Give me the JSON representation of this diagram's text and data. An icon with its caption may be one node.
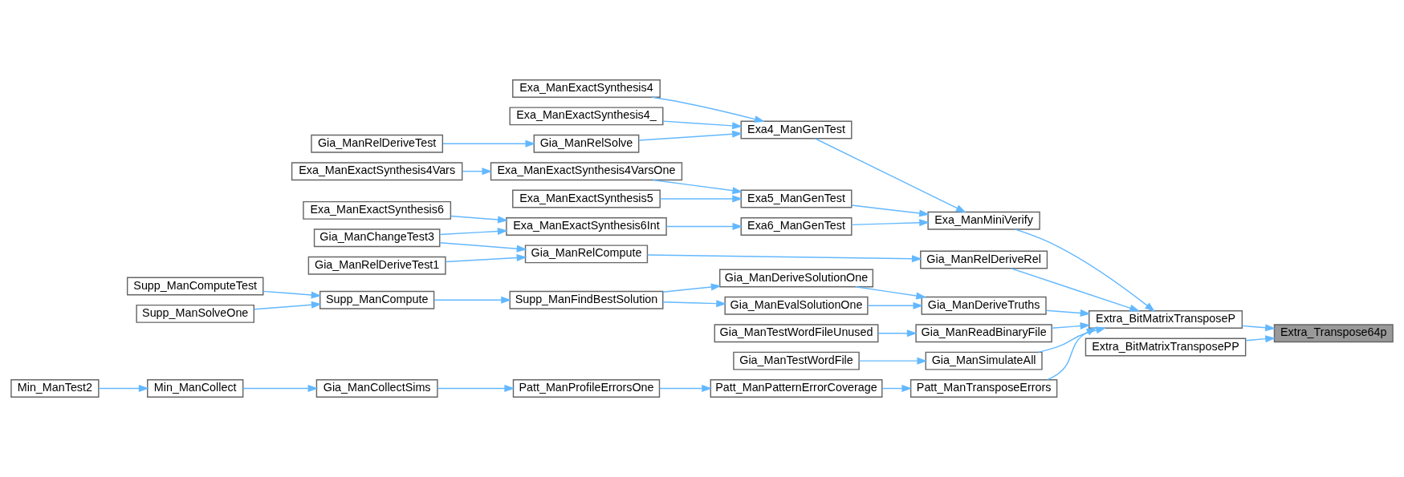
{
  "diagram": {
    "nodes": [
      {
        "text": [
          "Exa_ManExactSynthesis4"
        ]
      },
      {
        "text": [
          "Exa_ManExactSynthesis4_"
        ]
      },
      {
        "text": [
          "Gia_ManRelDeriveTest"
        ]
      },
      {
        "text": [
          "Gia_ManRelSolve"
        ]
      },
      {
        "text": [
          "Exa4_ManGenTest"
        ]
      },
      {
        "text": [
          "Exa_ManExactSynthesis4Vars"
        ]
      },
      {
        "text": [
          "Exa_ManExactSynthesis4VarsOne"
        ]
      },
      {
        "text": [
          "Exa_ManExactSynthesis5"
        ]
      },
      {
        "text": [
          "Exa5_ManGenTest"
        ]
      },
      {
        "text": [
          "Exa_ManExactSynthesis6"
        ]
      },
      {
        "text": [
          "Exa_ManExactSynthesis6Int"
        ]
      },
      {
        "text": [
          "Exa6_ManGenTest"
        ]
      },
      {
        "text": [
          "Exa_ManMiniVerify"
        ]
      },
      {
        "text": [
          "Gia_ManChangeTest3"
        ]
      },
      {
        "text": [
          "Gia_ManRelCompute"
        ]
      },
      {
        "text": [
          "Gia_ManRelDeriveRel"
        ]
      },
      {
        "text": [
          "Gia_ManRelDeriveTest1"
        ]
      },
      {
        "text": [
          "Gia_ManDeriveSolutionOne"
        ]
      },
      {
        "text": [
          "Supp_ManComputeTest"
        ]
      },
      {
        "text": [
          "Supp_ManCompute"
        ]
      },
      {
        "text": [
          "Supp_ManFindBestSolution"
        ]
      },
      {
        "text": [
          "Gia_ManEvalSolutionOne"
        ]
      },
      {
        "text": [
          "Gia_ManDeriveTruths"
        ]
      },
      {
        "text": [
          "Supp_ManSolveOne"
        ]
      },
      {
        "text": [
          "Extra_BitMatrixTransposeP"
        ]
      },
      {
        "text": [
          "Extra_Transpose64p"
        ]
      },
      {
        "text": [
          "Gia_ManTestWordFileUnused"
        ]
      },
      {
        "text": [
          "Gia_ManReadBinaryFile"
        ]
      },
      {
        "text": [
          "Extra_BitMatrixTransposePP"
        ]
      },
      {
        "text": [
          "Gia_ManTestWordFile"
        ]
      },
      {
        "text": [
          "Gia_ManSimulateAll"
        ]
      },
      {
        "text": [
          "Min_ManTest2"
        ]
      },
      {
        "text": [
          "Min_ManCollect"
        ]
      },
      {
        "text": [
          "Gia_ManCollectSims"
        ]
      },
      {
        "text": [
          "Patt_ManProfileErrorsOne"
        ]
      },
      {
        "text": [
          "Patt_ManPatternErrorCoverage"
        ]
      },
      {
        "text": [
          "Patt_ManTransposeErrors"
        ]
      }
    ],
    "edges": [
      {
        "from": 0,
        "to": 4,
        "arrow": "to"
      },
      {
        "from": 1,
        "to": 4,
        "arrow": "to"
      },
      {
        "from": 2,
        "to": 3,
        "arrow": "to"
      },
      {
        "from": 3,
        "to": 4,
        "arrow": "to"
      },
      {
        "from": 4,
        "to": 12,
        "arrow": "to"
      },
      {
        "from": 5,
        "to": 6,
        "arrow": "to"
      },
      {
        "from": 6,
        "to": 8,
        "arrow": "to"
      },
      {
        "from": 7,
        "to": 8,
        "arrow": "to"
      },
      {
        "from": 8,
        "to": 12,
        "arrow": "to"
      },
      {
        "from": 9,
        "to": 10,
        "arrow": "to"
      },
      {
        "from": 13,
        "to": 10,
        "arrow": "to"
      },
      {
        "from": 10,
        "to": 11,
        "arrow": "to"
      },
      {
        "from": 11,
        "to": 12,
        "arrow": "to"
      },
      {
        "from": 13,
        "to": 14,
        "arrow": "to"
      },
      {
        "from": 16,
        "to": 14,
        "arrow": "to"
      },
      {
        "from": 14,
        "to": 15,
        "arrow": "to"
      },
      {
        "from": 12,
        "to": 24,
        "arrow": "to"
      },
      {
        "from": 15,
        "to": 24,
        "arrow": "to"
      },
      {
        "from": 18,
        "to": 19,
        "arrow": "to"
      },
      {
        "from": 23,
        "to": 19,
        "arrow": "to"
      },
      {
        "from": 19,
        "to": 20,
        "arrow": "to"
      },
      {
        "from": 20,
        "to": 17,
        "arrow": "to"
      },
      {
        "from": 20,
        "to": 21,
        "arrow": "to"
      },
      {
        "from": 17,
        "to": 22,
        "arrow": "to"
      },
      {
        "from": 21,
        "to": 22,
        "arrow": "to"
      },
      {
        "from": 22,
        "to": 24,
        "arrow": "to"
      },
      {
        "from": 26,
        "to": 27,
        "arrow": "to"
      },
      {
        "from": 27,
        "to": 24,
        "arrow": "to"
      },
      {
        "from": 29,
        "to": 30,
        "arrow": "to"
      },
      {
        "from": 30,
        "to": 24,
        "arrow": "to"
      },
      {
        "from": 36,
        "to": 24,
        "arrow": "to"
      },
      {
        "from": 24,
        "to": 25,
        "arrow": "to"
      },
      {
        "from": 28,
        "to": 25,
        "arrow": "to"
      },
      {
        "from": 31,
        "to": 32,
        "arrow": "to"
      },
      {
        "from": 32,
        "to": 33,
        "arrow": "to"
      },
      {
        "from": 33,
        "to": 34,
        "arrow": "to"
      },
      {
        "from": 34,
        "to": 35,
        "arrow": "to"
      },
      {
        "from": 35,
        "to": 36,
        "arrow": "to"
      }
    ]
  }
}
